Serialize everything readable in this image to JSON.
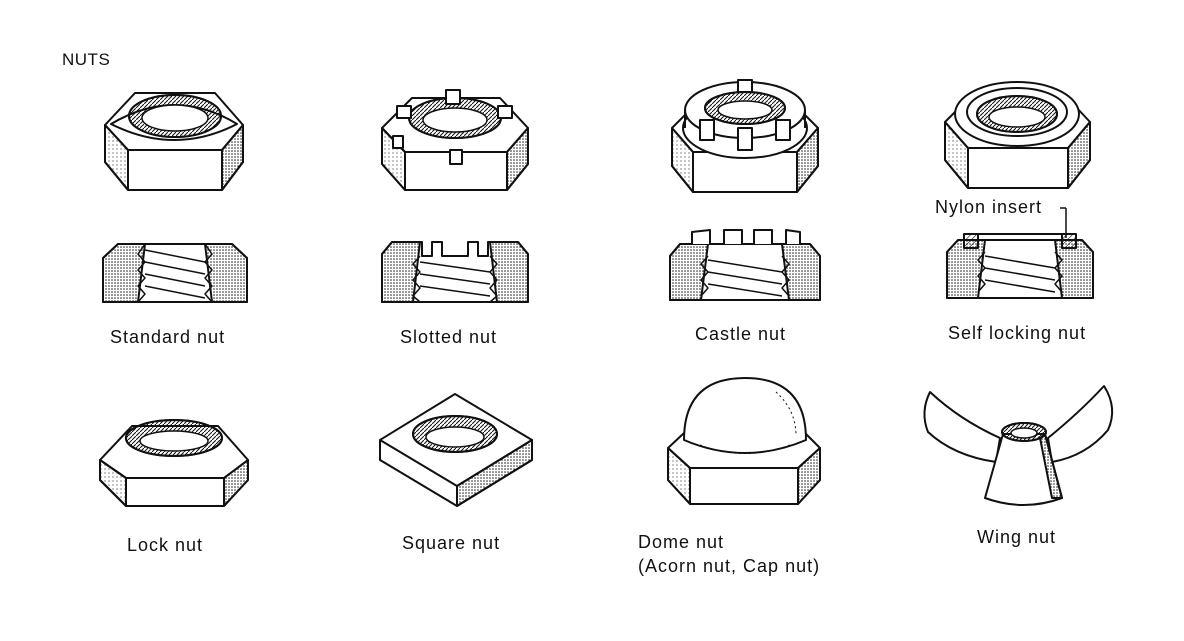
{
  "diagram": {
    "title": "NUTS",
    "callout": "Nylon insert",
    "labels": {
      "standard": "Standard nut",
      "slotted": "Slotted nut",
      "castle": "Castle nut",
      "self_locking": "Self locking nut",
      "lock": "Lock nut",
      "square": "Square nut",
      "dome_line1": "Dome nut",
      "dome_line2": "(Acorn nut, Cap nut)",
      "wing": "Wing nut"
    }
  },
  "colors": {
    "ink": "#111111",
    "paper": "#ffffff"
  }
}
